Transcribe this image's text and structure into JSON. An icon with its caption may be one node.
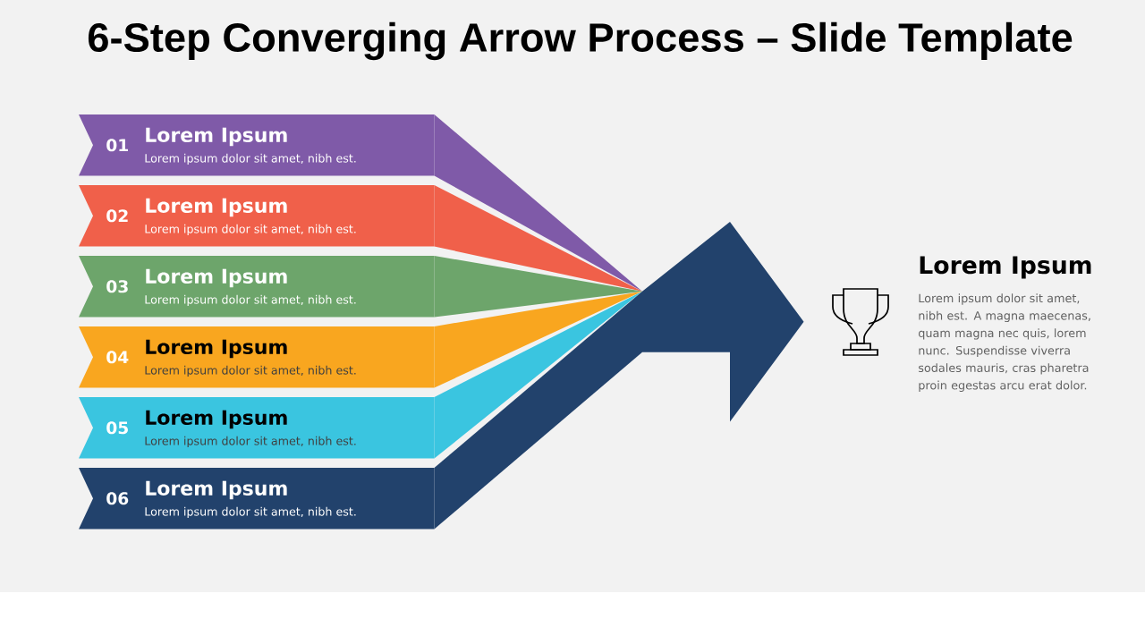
{
  "diagram": {
    "title": "6-Step Converging Arrow Process – Slide Template",
    "nodes": [
      {
        "text": [
          "01",
          "Lorem Ipsum",
          "Lorem ipsum dolor sit amet, nibh est."
        ]
      },
      {
        "text": [
          "02",
          "Lorem Ipsum",
          "Lorem ipsum dolor sit amet, nibh est."
        ]
      },
      {
        "text": [
          "03",
          "Lorem Ipsum",
          "Lorem ipsum dolor sit amet, nibh est."
        ]
      },
      {
        "text": [
          "04",
          "Lorem Ipsum",
          "Lorem ipsum dolor sit amet, nibh est."
        ]
      },
      {
        "text": [
          "05",
          "Lorem Ipsum",
          "Lorem ipsum dolor sit amet, nibh est."
        ]
      },
      {
        "text": [
          "06",
          "Lorem Ipsum",
          "Lorem ipsum dolor sit amet, nibh est."
        ]
      },
      {
        "text": [],
        "shape": "arrow"
      }
    ],
    "edges": [
      {
        "from": 0,
        "to": 6,
        "arrow": "none",
        "color": "#7f5aa8"
      },
      {
        "from": 1,
        "to": 6,
        "arrow": "none",
        "color": "#f0604a"
      },
      {
        "from": 2,
        "to": 6,
        "arrow": "none",
        "color": "#6da56b"
      },
      {
        "from": 3,
        "to": 6,
        "arrow": "none",
        "color": "#f9a61f"
      },
      {
        "from": 4,
        "to": 6,
        "arrow": "none",
        "color": "#3ac5e0"
      },
      {
        "from": 5,
        "to": 6,
        "arrow": "none",
        "color": "#22426c"
      }
    ],
    "labels": [
      "Lorem Ipsum",
      "Lorem ipsum dolor sit amet, nibh est. A magna maecenas, quam magna nec quis, lorem nunc. Suspendisse viverra sodales mauris, cras pharetra proin egestas arcu erat dolor."
    ]
  }
}
